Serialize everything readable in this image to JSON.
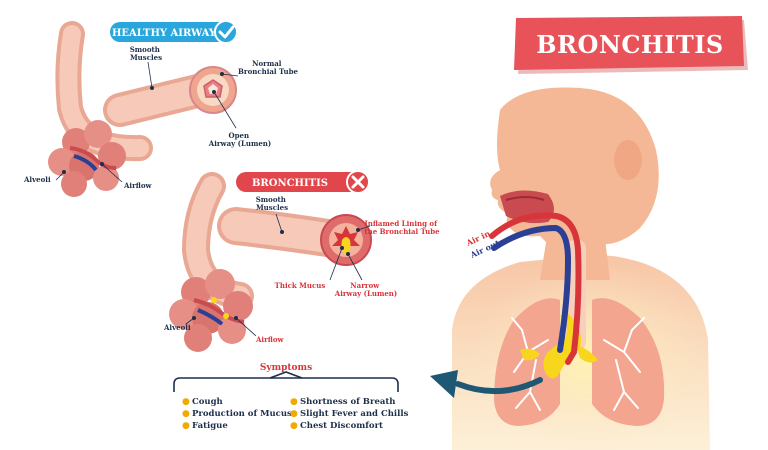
{
  "title": "BRONCHITIS",
  "healthy": {
    "pill_label": "HEALTHY AIRWAY",
    "smooth_muscles": [
      "Smooth",
      "Muscles"
    ],
    "normal_tube": [
      "Normal",
      "Bronchial Tube"
    ],
    "open_airway": [
      "Open",
      "Airway (Lumen)"
    ],
    "alveoli": "Alveoli",
    "airflow": "Airflow"
  },
  "bronchitis": {
    "pill_label": "BRONCHITIS",
    "smooth_muscles": [
      "Smooth",
      "Muscles"
    ],
    "inflamed_lining": [
      "Inflamed Lining of",
      "the Bronchial Tube"
    ],
    "thick_mucus": "Thick Mucus",
    "narrow_airway": [
      "Narrow",
      "Airway (Lumen)"
    ],
    "alveoli": "Alveoli",
    "airflow": "Airflow"
  },
  "airway_labels": {
    "air_in": "Air in",
    "air_out": "Air out"
  },
  "symptoms": {
    "title": "Symptoms",
    "left": [
      "Cough",
      "Production of Mucus",
      "Fatigue"
    ],
    "right": [
      "Shortness of Breath",
      "Slight Fever and Chills",
      "Chest Discomfort"
    ]
  },
  "colors": {
    "title_banner": "#e8535a",
    "healthy_pill": "#29a7dc",
    "bronchitis_pill": "#e0464b",
    "air_in": "#d8353a",
    "air_out": "#2b3f94",
    "mucus": "#f7d61d",
    "tube": "#f1b3a1"
  }
}
